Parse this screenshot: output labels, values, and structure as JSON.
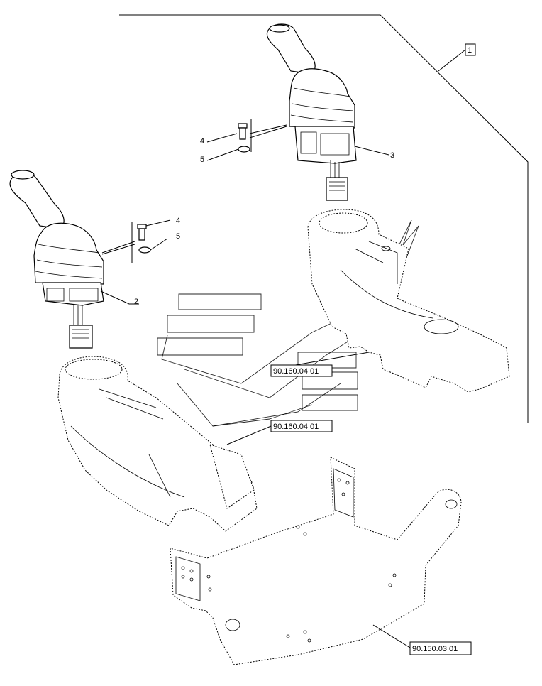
{
  "callouts": {
    "item_1": "1",
    "item_2": "2",
    "item_3": "3",
    "item_4_upper": "4",
    "item_5_upper": "5",
    "item_4_lower": "4",
    "item_5_lower": "5"
  },
  "references": {
    "ref_console_right": "90.160.04 01",
    "ref_console_left": "90.160.04 01",
    "ref_bracket": "90.150.03 01"
  }
}
